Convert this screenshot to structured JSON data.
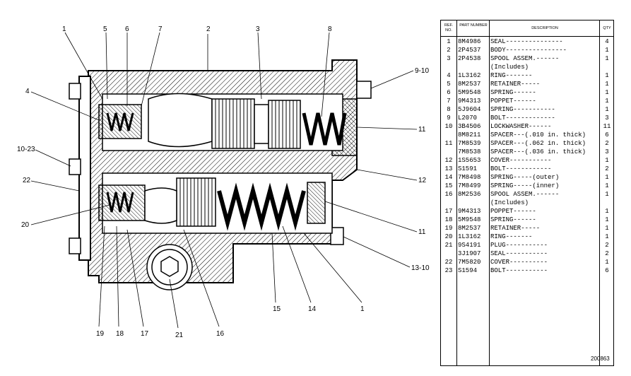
{
  "callouts": {
    "c1a": "1",
    "c5": "5",
    "c6": "6",
    "c7": "7",
    "c2": "2",
    "c3": "3",
    "c8": "8",
    "c9_10": "9-10",
    "c4": "4",
    "c11a": "11",
    "c10_23": "10-23",
    "c12": "12",
    "c22": "22",
    "c20": "20",
    "c11b": "11",
    "c13_10": "13-10",
    "c19": "19",
    "c18": "18",
    "c17": "17",
    "c21": "21",
    "c16": "16",
    "c15": "15",
    "c14": "14",
    "c1b": "1"
  },
  "table": {
    "headers": {
      "ref": "REF. NO.",
      "part": "PART NUMBER",
      "desc": "DESCRIPTION",
      "qty": "QTY"
    },
    "rows": [
      {
        "ref": "1",
        "part": "8M4986",
        "desc": "SEAL---------------",
        "qty": "4"
      },
      {
        "ref": "2",
        "part": "2P4537",
        "desc": "BODY----------------",
        "qty": "1"
      },
      {
        "ref": "3",
        "part": "2P4538",
        "desc": "SPOOL ASSEM.------",
        "qty": "1"
      },
      {
        "ref": "",
        "part": "",
        "desc": "(Includes)",
        "qty": ""
      },
      {
        "ref": "4",
        "part": "1L3162",
        "desc": "   RING-------",
        "qty": "1"
      },
      {
        "ref": "5",
        "part": "8M2537",
        "desc": "   RETAINER-----",
        "qty": "1"
      },
      {
        "ref": "6",
        "part": "5M9548",
        "desc": "   SPRING------",
        "qty": "1"
      },
      {
        "ref": "7",
        "part": "9M4313",
        "desc": "   POPPET------",
        "qty": "1"
      },
      {
        "ref": "8",
        "part": "5J9604",
        "desc": "SPRING-----------",
        "qty": "1"
      },
      {
        "ref": "9",
        "part": "L2070",
        "desc": "BOLT-------------",
        "qty": "3"
      },
      {
        "ref": "10",
        "part": "3B4506",
        "desc": "LOCKWASHER------",
        "qty": "11"
      },
      {
        "ref": "",
        "part": "8M8211",
        "desc": "SPACER---(.010 in. thick)",
        "qty": "6"
      },
      {
        "ref": "11",
        "part": "7M8539",
        "desc": "SPACER---(.062 in. thick)",
        "qty": "2"
      },
      {
        "ref": "",
        "part": "7M8538",
        "desc": "SPACER---(.036 in. thick)",
        "qty": "3"
      },
      {
        "ref": "12",
        "part": "1S5653",
        "desc": "COVER-----------",
        "qty": "1"
      },
      {
        "ref": "13",
        "part": "S1591",
        "desc": "BOLT------------",
        "qty": "2"
      },
      {
        "ref": "14",
        "part": "7M8498",
        "desc": "SPRING-----(outer)",
        "qty": "1"
      },
      {
        "ref": "15",
        "part": "7M8499",
        "desc": "SPRING-----(inner)",
        "qty": "1"
      },
      {
        "ref": "16",
        "part": "8M2536",
        "desc": "SPOOL ASSEM.------",
        "qty": "1"
      },
      {
        "ref": "",
        "part": "",
        "desc": "(Includes)",
        "qty": ""
      },
      {
        "ref": "17",
        "part": "9M4313",
        "desc": "   POPPET------",
        "qty": "1"
      },
      {
        "ref": "18",
        "part": "5M9548",
        "desc": "   SPRING------",
        "qty": "1"
      },
      {
        "ref": "19",
        "part": "8M2537",
        "desc": "   RETAINER-----",
        "qty": "1"
      },
      {
        "ref": "20",
        "part": "1L3162",
        "desc": "   RING-------",
        "qty": "1"
      },
      {
        "ref": "21",
        "part": "9S4191",
        "desc": "PLUG-----------",
        "qty": "2"
      },
      {
        "ref": "",
        "part": "3J1907",
        "desc": "SEAL-----------",
        "qty": "2"
      },
      {
        "ref": "22",
        "part": "7M5820",
        "desc": "COVER----------",
        "qty": "1"
      },
      {
        "ref": "23",
        "part": "S1594",
        "desc": "BOLT-----------",
        "qty": "6"
      }
    ]
  },
  "figure_number": "200863"
}
